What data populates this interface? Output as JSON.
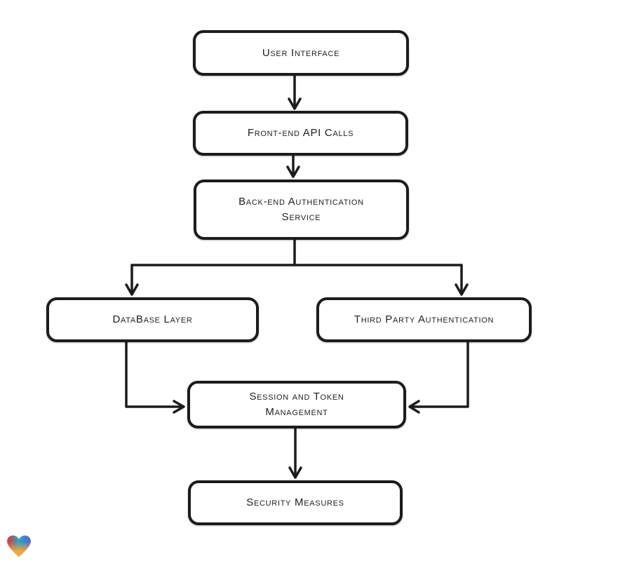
{
  "page": {
    "background": "#ffffff"
  },
  "diagram": {
    "type": "flowchart",
    "stroke_color": "#1c1c1c",
    "node_fill": "#ffffff",
    "nodes": [
      {
        "id": "user-interface",
        "label": "User Interface"
      },
      {
        "id": "front-end-api-calls",
        "label": "Front-end API Calls"
      },
      {
        "id": "back-end-authentication-service",
        "label": "Back-end Authentication Service"
      },
      {
        "id": "database-layer",
        "label": "DataBase Layer"
      },
      {
        "id": "third-party-authentication",
        "label": "Third Party Authentication"
      },
      {
        "id": "session-and-token-management",
        "label": "Session and Token Management"
      },
      {
        "id": "security-measures",
        "label": "Security Measures"
      }
    ],
    "edges": [
      {
        "from": "user-interface",
        "to": "front-end-api-calls"
      },
      {
        "from": "front-end-api-calls",
        "to": "back-end-authentication-service"
      },
      {
        "from": "back-end-authentication-service",
        "to": "database-layer"
      },
      {
        "from": "back-end-authentication-service",
        "to": "third-party-authentication"
      },
      {
        "from": "database-layer",
        "to": "session-and-token-management"
      },
      {
        "from": "third-party-authentication",
        "to": "session-and-token-management"
      },
      {
        "from": "session-and-token-management",
        "to": "security-measures"
      }
    ]
  },
  "branding": {
    "logo": "heart-gradient-logo",
    "logo_colors": {
      "top_left": "#e2332f",
      "top_right": "#2aa5c0",
      "right_edge": "#5b63d3",
      "bottom": "#f9a53a"
    }
  }
}
